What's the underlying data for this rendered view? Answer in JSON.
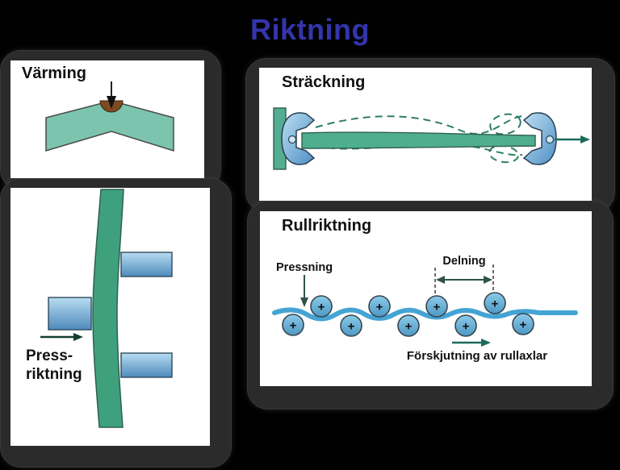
{
  "title": {
    "text": "Riktning",
    "color": "#3434ad"
  },
  "panels": {
    "varming": {
      "label": "Värming"
    },
    "pressriktning": {
      "label_line1": "Press-",
      "label_line2": "riktning"
    },
    "strackning": {
      "label": "Sträckning"
    },
    "rullriktning": {
      "label": "Rullriktning",
      "pressning_label": "Pressning",
      "delning_label": "Delning",
      "forskjutning_label": "Förskjutning av rullaxlar",
      "roller_symbol": "+",
      "rollers": {
        "upper": [
          [
            76,
            118
          ],
          [
            148,
            118
          ],
          [
            219,
            118
          ],
          [
            291,
            114
          ]
        ],
        "lower": [
          [
            41,
            141
          ],
          [
            113,
            142
          ],
          [
            184,
            142
          ],
          [
            255,
            142
          ],
          [
            326,
            140
          ]
        ],
        "radius": 13
      }
    }
  },
  "colors": {
    "background": "#000000",
    "panel_frame": "#2b2b2b",
    "panel_bg": "#ffffff",
    "title_blue": "#3434ad",
    "plate_teal": "#7cc4ad",
    "bar_green": "#3fa07e",
    "strack_green": "#4fae8d",
    "steel_block_light": "#b8dcf0",
    "steel_block_dark": "#4e8abc",
    "roller_blue_light": "#8ccbe9",
    "roller_blue_dark": "#4e98c4",
    "sheet_blue": "#45a4d4",
    "heat_brown": "#7d4a21",
    "arrow_teal": "#1b6a5a"
  }
}
